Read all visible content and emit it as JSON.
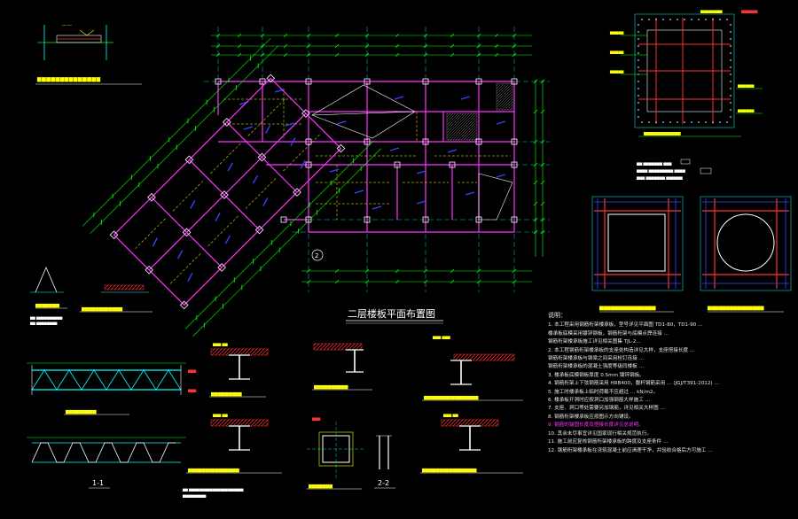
{
  "drawing": {
    "main_plan_title": "二层楼板平面布置图",
    "grid_marker": "2",
    "section_1_1": "1-1",
    "section_2_2": "2-2"
  },
  "notes": {
    "heading": "说明：",
    "items": [
      "1. 本工程采用钢筋桁架楼承板，型号详见平面图 TD1-80，TD1-90 …",
      "   楼承板底模采用镀锌钢板，钢筋桁架与底模点焊连接 …",
      "   钢筋桁架楼承板施工详见相关图集 TJL-2…",
      "2. 本工程钢筋桁架楼承板的支座处构造详见大样，支座搭接长度 …",
      "   钢筋桁架楼承板与钢梁之间采用栓钉连接 …",
      "   钢筋桁架楼承板的混凝土强度等级同楼板 …",
      "3. 楼承板底模钢板厚度 0.5mm 镀锌钢板。",
      "4. 钢筋桁架上下弦钢筋采用 HRB400，腹杆钢筋采用 … (JGJ/T391-2012) …",
      "5. 施工时楼承板上临时荷载不应超过 … kN/m2。",
      "6. 楼承板开洞时应按洞口加强钢筋大样施工 …",
      "7. 支座、洞口等处需要另加钢筋，详见相关大样图 …",
      "8. 钢筋桁架楼承板应按图示方向铺设。",
      "9. 钢筋的锚固长度及搭接长度详见总说明。",
      "10. 其余未尽事宜详见国家现行相关规范执行。",
      "11. 施工前应复核钢筋桁架楼承板的跨度及支座条件 …",
      "12. 钢筋桁架楼承板在浇筑混凝土前应清理干净，并验收合格后方可施工 …"
    ]
  },
  "colors": {
    "background": "#000000",
    "beam": "#ff33ff",
    "column": "#ffffff",
    "dimension": "#00ff00",
    "grid": "#00ffff",
    "slab_dash": "#ffff00",
    "rebar": "#3333ff",
    "hatch": "#ff3333",
    "text": "#ffffff"
  }
}
